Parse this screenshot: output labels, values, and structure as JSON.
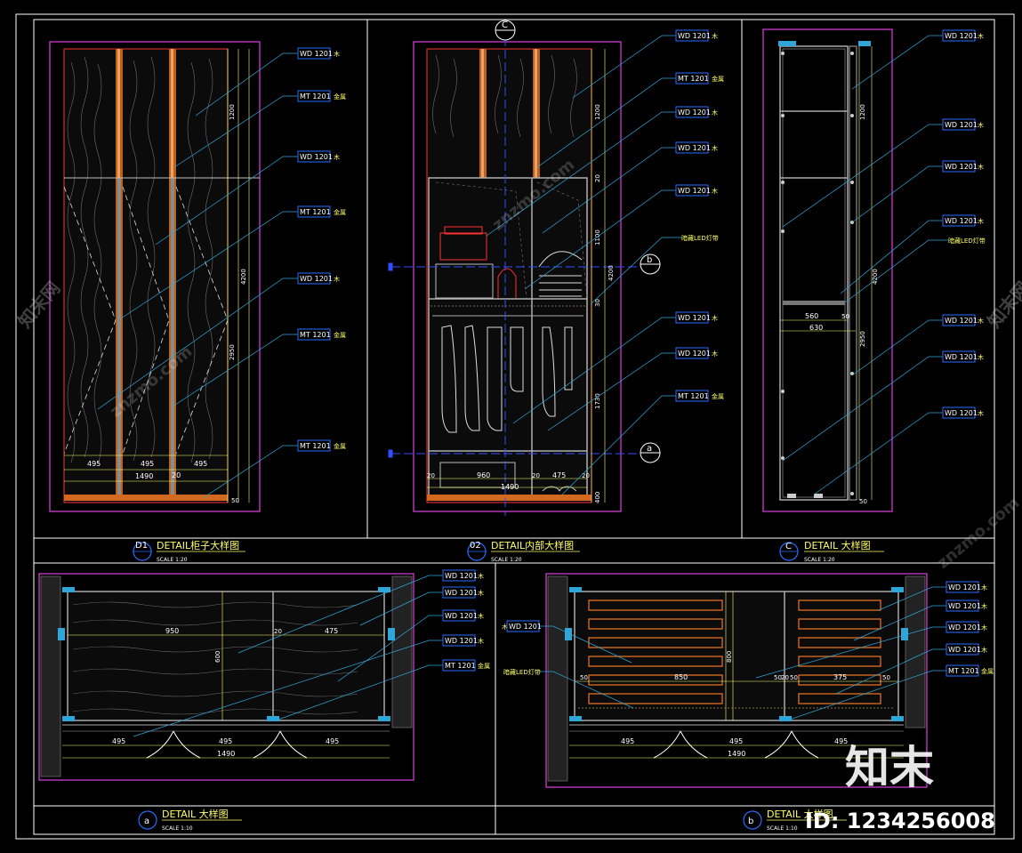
{
  "colors": {
    "background": "#000000",
    "frame": "#ffffff",
    "magenta": "#e040e0",
    "leader": "#2fa6d8",
    "tag_border": "#2a6cff",
    "dim_yellow": "#ffff66",
    "wood_orange": "#d2691e",
    "red": "#ff3030",
    "section_blue": "#3050ff"
  },
  "legend_note": {
    "wood": "木",
    "metal": "金属",
    "led": "暗藏LED灯带"
  },
  "view_d1": {
    "bubble": "D1",
    "title": "DETAIL柜子大样图",
    "scale": "SCALE   1:20",
    "tags": [
      {
        "code": "WD 1201",
        "note": "木"
      },
      {
        "code": "MT 1201",
        "note": "金属"
      },
      {
        "code": "WD 1201",
        "note": "木"
      },
      {
        "code": "MT 1201",
        "note": "金属"
      },
      {
        "code": "WD 1201",
        "note": "木"
      },
      {
        "code": "MT 1201",
        "note": "金属"
      },
      {
        "code": "MT 1201",
        "note": "金属"
      }
    ],
    "dims_bottom": [
      "495",
      "495",
      "495",
      "1490",
      "20"
    ],
    "dims_right": [
      "1200",
      "4200",
      "2950",
      "50"
    ]
  },
  "view_02": {
    "bubble": "02",
    "title": "DETAIL内部大样图",
    "scale": "SCALE   1:20",
    "section_top": "C",
    "section_b": "b",
    "section_a": "a",
    "led_label": "暗藏LED灯带",
    "tags": [
      {
        "code": "WD 1201",
        "note": "木"
      },
      {
        "code": "MT 1201",
        "note": "金属"
      },
      {
        "code": "WD 1201",
        "note": "木"
      },
      {
        "code": "WD 1201",
        "note": "木"
      },
      {
        "code": "WD 1201",
        "note": "木"
      },
      {
        "code": "WD 1201",
        "note": "木"
      },
      {
        "code": "WD 1201",
        "note": "木"
      },
      {
        "code": "MT 1201",
        "note": "金属"
      }
    ],
    "dims_bottom": [
      "20",
      "960",
      "20",
      "475",
      "20",
      "1490"
    ],
    "dims_right": [
      "1200",
      "20",
      "1100",
      "4200",
      "30",
      "1730",
      "400"
    ]
  },
  "view_c": {
    "bubble": "C",
    "title": "DETAIL    大样图",
    "scale": "SCALE   1:20",
    "led_label": "暗藏LED灯带",
    "tags": [
      {
        "code": "WD 1201",
        "note": "木"
      },
      {
        "code": "WD 1201",
        "note": "木"
      },
      {
        "code": "WD 1201",
        "note": "木"
      },
      {
        "code": "WD 1201",
        "note": "木"
      },
      {
        "code": "WD 1201",
        "note": "木"
      },
      {
        "code": "WD 1201",
        "note": "木"
      },
      {
        "code": "WD 1201",
        "note": "木"
      }
    ],
    "dims": [
      "560",
      "50",
      "630"
    ],
    "dims_right": [
      "1200",
      "4200",
      "2950",
      "50"
    ]
  },
  "view_a": {
    "bubble": "a",
    "title": "DETAIL  大样图",
    "scale": "SCALE   1:10",
    "tags": [
      {
        "code": "WD 1201",
        "note": "木"
      },
      {
        "code": "WD 1201",
        "note": "木"
      },
      {
        "code": "WD 1201",
        "note": "木"
      },
      {
        "code": "WD 1201",
        "note": "木"
      },
      {
        "code": "MT 1201",
        "note": "金属"
      }
    ],
    "dims_top": [
      "950",
      "20",
      "475"
    ],
    "dim_height": "600",
    "dims_bottom": [
      "495",
      "495",
      "495",
      "1490"
    ]
  },
  "view_b": {
    "bubble": "b",
    "title": "DETAIL  大样图",
    "scale": "SCALE   1:10",
    "left_tag": {
      "code": "WD 1201",
      "note": "木"
    },
    "led_label": "暗藏LED灯带",
    "tags": [
      {
        "code": "WD 1201",
        "note": "木"
      },
      {
        "code": "WD 1201",
        "note": "木"
      },
      {
        "code": "WD 1201",
        "note": "木"
      },
      {
        "code": "WD 1201",
        "note": "木"
      },
      {
        "code": "MT 1201",
        "note": "金属"
      }
    ],
    "dims_mid": [
      "50",
      "850",
      "50",
      "20",
      "50",
      "375",
      "50"
    ],
    "dim_height": "800",
    "dims_bottom": [
      "495",
      "495",
      "495",
      "1490"
    ]
  },
  "watermark": {
    "logo": "知末",
    "id_text": "ID: 1234256008",
    "site": "znzmo.com",
    "side": "知末网"
  }
}
